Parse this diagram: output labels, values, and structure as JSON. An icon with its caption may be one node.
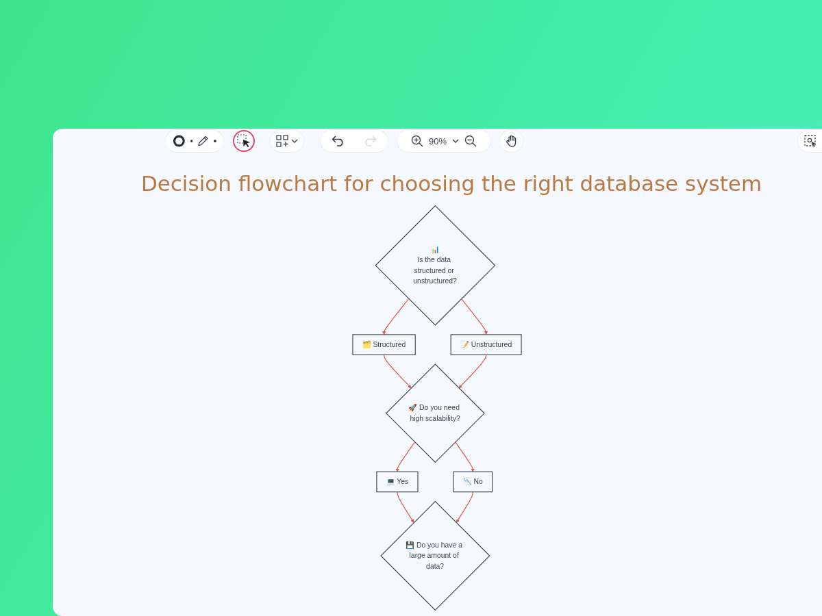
{
  "diagram": {
    "title": "Decision flowchart for choosing the right database system",
    "nodes": [
      {
        "text": [
          "📊",
          "Is the data structured or unstructured?"
        ]
      },
      {
        "text": [
          "🗂️ Structured"
        ]
      },
      {
        "text": [
          "📝 Unstructured"
        ]
      },
      {
        "text": [
          "💻 Yes"
        ]
      },
      {
        "text": [
          "🚀 Do you need high scalability?"
        ]
      },
      {
        "text": [
          "📉 No"
        ]
      },
      {
        "text": [
          "💾 Do you have a large amount of data?"
        ]
      }
    ],
    "edges": [
      {
        "from": 0,
        "to": 1,
        "arrow": "to"
      },
      {
        "from": 0,
        "to": 2,
        "arrow": "to"
      },
      {
        "from": 1,
        "to": 4,
        "arrow": "to"
      },
      {
        "from": 2,
        "to": 4,
        "arrow": "to"
      },
      {
        "from": 4,
        "to": 3,
        "arrow": "to"
      },
      {
        "from": 4,
        "to": 5,
        "arrow": "to"
      },
      {
        "from": 3,
        "to": 6,
        "arrow": "to"
      },
      {
        "from": 5,
        "to": 6,
        "arrow": "to"
      }
    ],
    "labels": [
      "90%"
    ]
  }
}
